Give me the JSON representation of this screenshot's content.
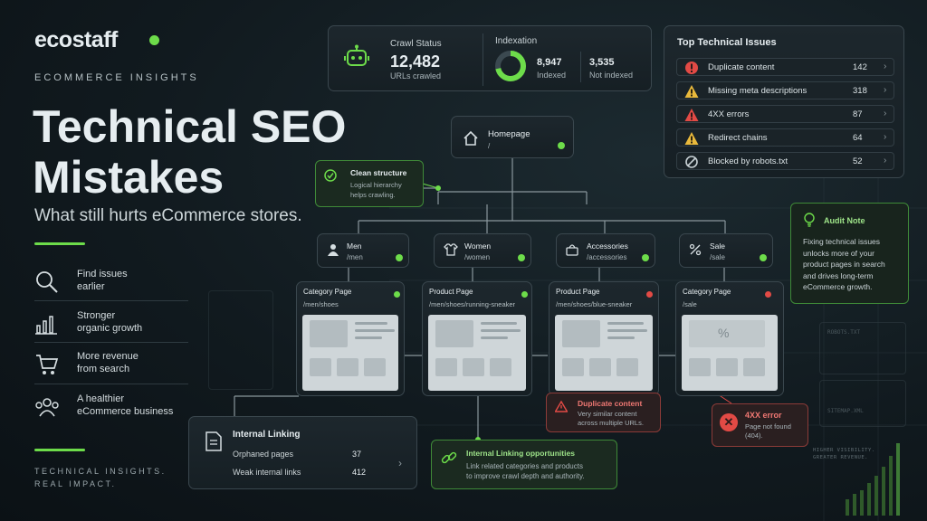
{
  "brand": {
    "name": "ecostaff",
    "tagline": "ECOMMERCE INSIGHTS"
  },
  "hero": {
    "title_line1": "Technical SEO",
    "title_line2": "Mistakes",
    "subtitle": "What still hurts eCommerce stores."
  },
  "benefits": [
    {
      "icon": "search-icon",
      "line1": "Find issues",
      "line2": "earlier"
    },
    {
      "icon": "bar-chart-icon",
      "line1": "Stronger",
      "line2": "organic growth"
    },
    {
      "icon": "cart-icon",
      "line1": "More revenue",
      "line2": "from search"
    },
    {
      "icon": "people-icon",
      "line1": "A healthier",
      "line2": "eCommerce business"
    }
  ],
  "footer_tag": {
    "line1": "TECHNICAL INSIGHTS.",
    "line2": "REAL IMPACT."
  },
  "crawl_status": {
    "title": "Crawl Status",
    "value": "12,482",
    "sub": "URLs crawled"
  },
  "indexation": {
    "title": "Indexation",
    "indexed_value": "8,947",
    "indexed_label": "Indexed",
    "not_indexed_value": "3,535",
    "not_indexed_label": "Not indexed",
    "indexed_fraction": 0.717
  },
  "top_issues": {
    "title": "Top Technical Issues",
    "items": [
      {
        "label": "Duplicate content",
        "count": "142",
        "severity": "error"
      },
      {
        "label": "Missing meta descriptions",
        "count": "318",
        "severity": "warning"
      },
      {
        "label": "4XX errors",
        "count": "87",
        "severity": "error"
      },
      {
        "label": "Redirect chains",
        "count": "64",
        "severity": "warning"
      },
      {
        "label": "Blocked by robots.txt",
        "count": "52",
        "severity": "blocked"
      }
    ]
  },
  "homepage": {
    "label": "Homepage",
    "path": "/"
  },
  "clean_structure": {
    "title": "Clean structure",
    "line1": "Logical hierarchy",
    "line2": "helps crawling."
  },
  "categories": [
    {
      "label": "Men",
      "path": "/men"
    },
    {
      "label": "Women",
      "path": "/women"
    },
    {
      "label": "Accessories",
      "path": "/accessories"
    },
    {
      "label": "Sale",
      "path": "/sale"
    }
  ],
  "pages": [
    {
      "title": "Category Page",
      "path": "/men/shoes",
      "status": "ok"
    },
    {
      "title": "Product Page",
      "path": "/men/shoes/running-sneaker",
      "status": "ok"
    },
    {
      "title": "Product Page",
      "path": "/men/shoes/blue-sneaker",
      "status": "error"
    },
    {
      "title": "Category Page",
      "path": "/sale",
      "status": "error"
    }
  ],
  "audit_note": {
    "title": "Audit Note",
    "lines": [
      "Fixing technical issues",
      "unlocks more of your",
      "product pages in search",
      "and drives long-term",
      "eCommerce growth."
    ]
  },
  "duplicate_callout": {
    "title": "Duplicate content",
    "lines": [
      "Very similar content",
      "across multiple URLs."
    ]
  },
  "error_callout": {
    "title": "4XX error",
    "lines": [
      "Page not found",
      "(404)."
    ]
  },
  "internal_linking": {
    "title": "Internal Linking",
    "rows": [
      {
        "label": "Orphaned pages",
        "value": "37"
      },
      {
        "label": "Weak internal links",
        "value": "412"
      }
    ]
  },
  "linking_opportunities": {
    "title": "Internal Linking opportunities",
    "lines": [
      "Link related categories and products",
      "to improve crawl depth and authority."
    ]
  },
  "bg_labels": {
    "robots": "ROBOTS.TXT",
    "sitemap": "SITEMAP.XML",
    "visibility1": "HIGHER VISIBILITY.",
    "visibility2": "GREATER REVENUE."
  },
  "colors": {
    "accent_green": "#6ddc4a",
    "error_red": "#e24a45",
    "warning_yellow": "#e9b93c",
    "background": "#111a1f"
  }
}
